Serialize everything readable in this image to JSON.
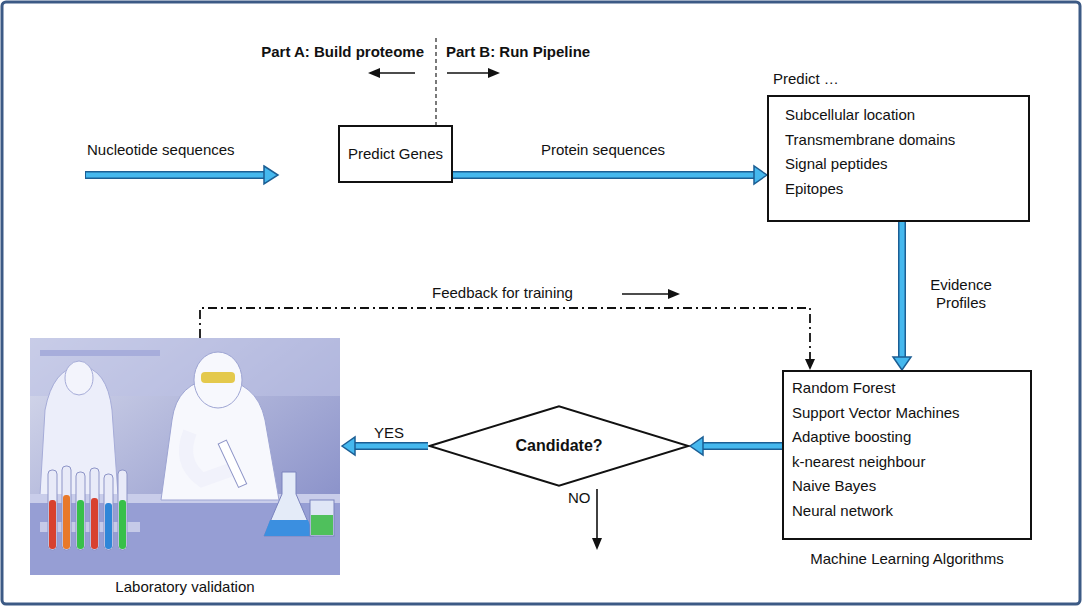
{
  "diagram": {
    "nodes": [
      {
        "text": [
          "Predict Genes"
        ]
      },
      {
        "text": [
          "Predict …",
          "Subcellular location",
          "Transmembrane domains",
          "Signal peptides",
          "Epitopes"
        ]
      },
      {
        "text": [
          "Random Forest",
          "Support Vector Machines",
          "Adaptive boosting",
          "k-nearest neighbour",
          "Naive Bayes",
          "Neural network",
          "Machine Learning Algorithms"
        ]
      },
      {
        "text": [
          "Candidate?"
        ]
      },
      {
        "text": [
          "Laboratory validation"
        ]
      }
    ],
    "edges": [
      {
        "from": 0,
        "to": 1,
        "arrow": "to",
        "label": "Protein sequences"
      },
      {
        "from": 1,
        "to": 2,
        "arrow": "to",
        "label": "Evidence Profiles"
      },
      {
        "from": 2,
        "to": 3,
        "arrow": "to"
      },
      {
        "from": 3,
        "to": 4,
        "arrow": "to",
        "label": "YES"
      },
      {
        "from": 4,
        "to": 2,
        "arrow": "to",
        "label": "Feedback for training"
      }
    ],
    "labels": [
      "Part A: Build proteome",
      "Part B: Run Pipeline",
      "Nucleotide sequences",
      "NO"
    ]
  }
}
